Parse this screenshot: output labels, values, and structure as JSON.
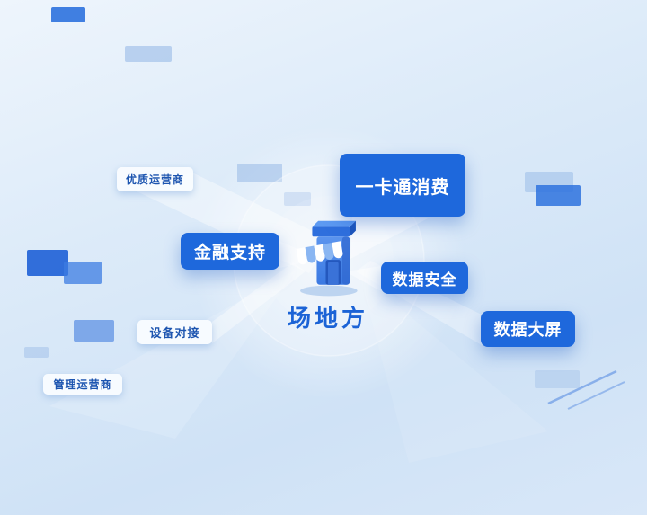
{
  "center": {
    "label": "场地方",
    "icon": "store-icon"
  },
  "nodes": [
    {
      "label": "优质运营商",
      "style": "light"
    },
    {
      "label": "一卡通消费",
      "style": "primary"
    },
    {
      "label": "金融支持",
      "style": "primary"
    },
    {
      "label": "数据安全",
      "style": "primary"
    },
    {
      "label": "数据大屏",
      "style": "primary"
    },
    {
      "label": "设备对接",
      "style": "light"
    },
    {
      "label": "管理运营商",
      "style": "light"
    }
  ],
  "colors": {
    "primary_box": "#1e68dc",
    "light_box_text": "#1d55b0",
    "center_label": "#1b63d6",
    "background_top": "#eef5fc",
    "background_bottom": "#cfe2f6",
    "decor_blue": "#2e72de"
  }
}
